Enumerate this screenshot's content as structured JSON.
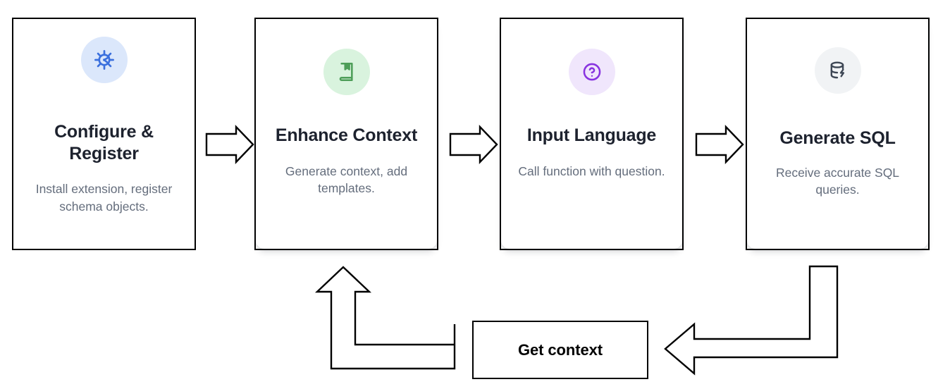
{
  "diagram": {
    "type": "process-flow-with-feedback-loop",
    "steps": [
      {
        "id": "configure-register",
        "title": "Configure & Register",
        "description": "Install extension, register schema objects.",
        "icon": "gear-icon",
        "icon_color": "#3b70de",
        "icon_bg": "#dbe7fb"
      },
      {
        "id": "enhance-context",
        "title": "Enhance Context",
        "description": "Generate context, add templates.",
        "icon": "book-bookmark-icon",
        "icon_color": "#4e9e59",
        "icon_bg": "#d9f3de"
      },
      {
        "id": "input-language",
        "title": "Input Language",
        "description": "Call function with question.",
        "icon": "question-circle-icon",
        "icon_color": "#8833e0",
        "icon_bg": "#f0e6fc"
      },
      {
        "id": "generate-sql",
        "title": "Generate SQL",
        "description": "Receive accurate SQL queries.",
        "icon": "database-bolt-icon",
        "icon_color": "#3d4654",
        "icon_bg": "#f1f3f5"
      }
    ],
    "connectors": [
      {
        "id": "arrow-1",
        "from": "configure-register",
        "to": "enhance-context",
        "direction": "right"
      },
      {
        "id": "arrow-2",
        "from": "enhance-context",
        "to": "input-language",
        "direction": "right"
      },
      {
        "id": "arrow-3",
        "from": "input-language",
        "to": "generate-sql",
        "direction": "right"
      }
    ],
    "feedback_loop": {
      "box_label": "Get context",
      "inbound": {
        "id": "loop-arrow-in",
        "from": "generate-sql",
        "to": "get-context-box",
        "direction": "left"
      },
      "outbound": {
        "id": "loop-arrow-out",
        "from": "get-context-box",
        "to": "enhance-context",
        "direction": "up"
      }
    },
    "colors": {
      "stroke": "#000000",
      "card_background": "#ffffff",
      "title_text": "#1d222e",
      "description_text": "#646d7c",
      "page_background": "#ffffff"
    }
  }
}
